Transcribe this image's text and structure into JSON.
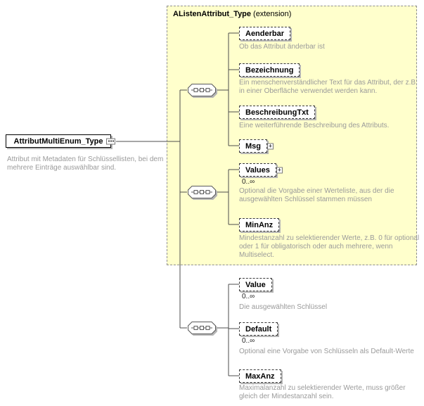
{
  "root_element": {
    "name": "AttributMultiEnum_Type",
    "description": "Attribut mit Metadaten für Schlüssellisten, bei dem mehrere Einträge auswählbar sind."
  },
  "extension_box": {
    "title": "AListenAttribut_Type",
    "suffix": "(extension)"
  },
  "icons": {
    "plus": "+"
  },
  "groups": [
    {
      "compositor": "sequence",
      "children": [
        {
          "name": "Aenderbar",
          "description": "Ob das Attribut änderbar ist"
        },
        {
          "name": "Bezeichnung",
          "description": "Ein menschenverständlicher Text für das Attribut, der z.B. in einer Oberfläche verwendet werden kann."
        },
        {
          "name": "BeschreibungTxt",
          "description": "Eine weiterführende Beschreibung des Attributs."
        },
        {
          "name": "Msg",
          "description": ""
        }
      ]
    },
    {
      "compositor": "sequence",
      "children": [
        {
          "name": "Values",
          "occurs": "0..∞",
          "description": "Optional die Vorgabe einer Werteliste, aus der die ausgewählten Schlüssel stammen müssen"
        },
        {
          "name": "MinAnz",
          "description": "Mindestanzahl zu selektierender Werte, z.B. 0 für optional oder 1 für obligatorisch oder auch mehrere, wenn Multiselect."
        }
      ]
    },
    {
      "compositor": "sequence",
      "children": [
        {
          "name": "Value",
          "occurs": "0..∞",
          "description": "Die ausgewählten Schlüssel"
        },
        {
          "name": "Default",
          "occurs": "0..∞",
          "description": "Optional eine Vorgabe von Schlüsseln als Default-Werte"
        },
        {
          "name": "MaxAnz",
          "description": "Maximalanzahl zu selektierender Werte, muss größer gleich der Mindestanzahl sein."
        }
      ]
    }
  ]
}
